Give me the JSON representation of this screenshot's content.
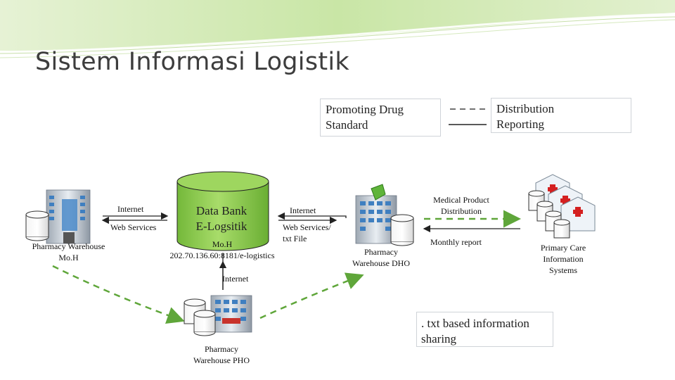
{
  "title": "Sistem Informasi Logistik",
  "legend_left": {
    "line1": "Promoting Drug",
    "line2": "Standard"
  },
  "legend_right": {
    "line1": "Distribution",
    "line2": "Reporting"
  },
  "nodes": {
    "moh": {
      "line1": "Pharmacy Warehouse",
      "line2": "Mo.H"
    },
    "databank": {
      "line1": "Data Bank",
      "line2": "E-Logsitik"
    },
    "moh_url": {
      "line1": "Mo.H",
      "line2": "202.70.136.60:8181/e-logistics"
    },
    "pho": {
      "line1": "Pharmacy",
      "line2": "Warehouse PHO"
    },
    "dho": {
      "line1": "Pharmacy",
      "line2": "Warehouse DHO"
    },
    "primary": {
      "line1": "Primary Care",
      "line2": "Information",
      "line3": "Systems"
    }
  },
  "connectors": {
    "internet_left": "Internet",
    "webservices_left": "Web Services",
    "internet_right": "Internet",
    "webservices_right1": "Web Services/",
    "webservices_right2": "txt File",
    "internet_bottom": "Internet",
    "medical_product1": "Medical Product",
    "medical_product2": "Distribution",
    "monthly_report": "Monthly report"
  },
  "note": {
    "line1": ". txt based information",
    "line2": "sharing"
  },
  "colors": {
    "arrow_green": "#5fa63a",
    "cylinder_green": "#8ccd4c",
    "banner_green": "#b8dc8a"
  }
}
